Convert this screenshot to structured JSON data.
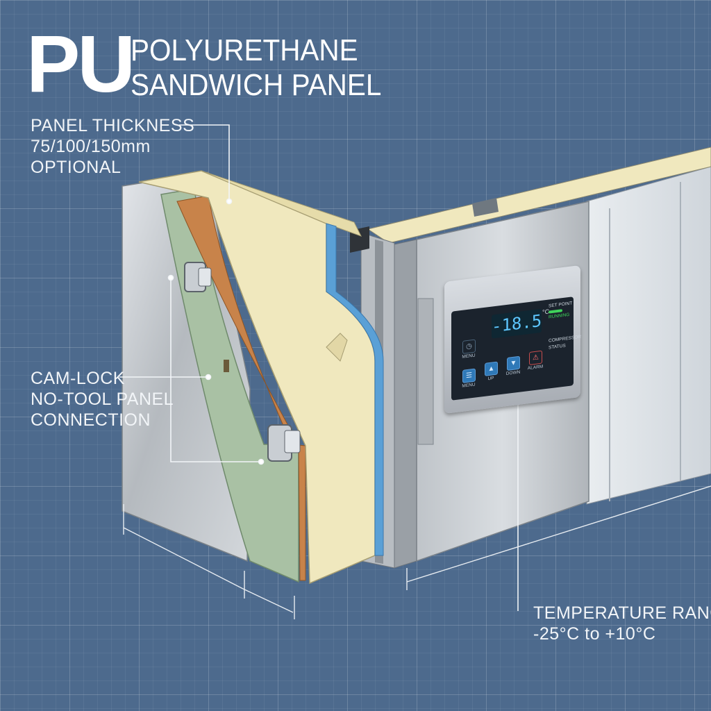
{
  "title": {
    "abbr": "PU",
    "line1": "POLYURETHANE",
    "line2": "SANDWICH PANEL"
  },
  "callouts": {
    "thickness": [
      "PANEL THICKNESS",
      "75/100/150mm",
      "OPTIONAL"
    ],
    "camlock": [
      "CAM-LOCK",
      "NO-TOOL PANEL",
      "CONNECTION"
    ],
    "temperature": [
      "TEMPERATURE RANGE",
      "-25°C to +10°C"
    ]
  },
  "controller": {
    "readout": "-18.5",
    "unit": "°C",
    "status_top": "SET POINT",
    "status_top_sub": "RUNNING",
    "status_mid": "COMPRESSOR",
    "status_mid_sub": "STATUS",
    "buttons": {
      "menu_top": "MENU",
      "menu": "MENU",
      "up": "UP",
      "down": "DOWN",
      "alarm": "ALARM"
    }
  },
  "colors": {
    "background": "#4d6a8d",
    "foam": "#f0e8be",
    "steel": "#c3c7cc",
    "gasket": "#c8834a",
    "inner_skin": "#a9c1a4",
    "vapor_barrier": "#5aa0d6"
  }
}
